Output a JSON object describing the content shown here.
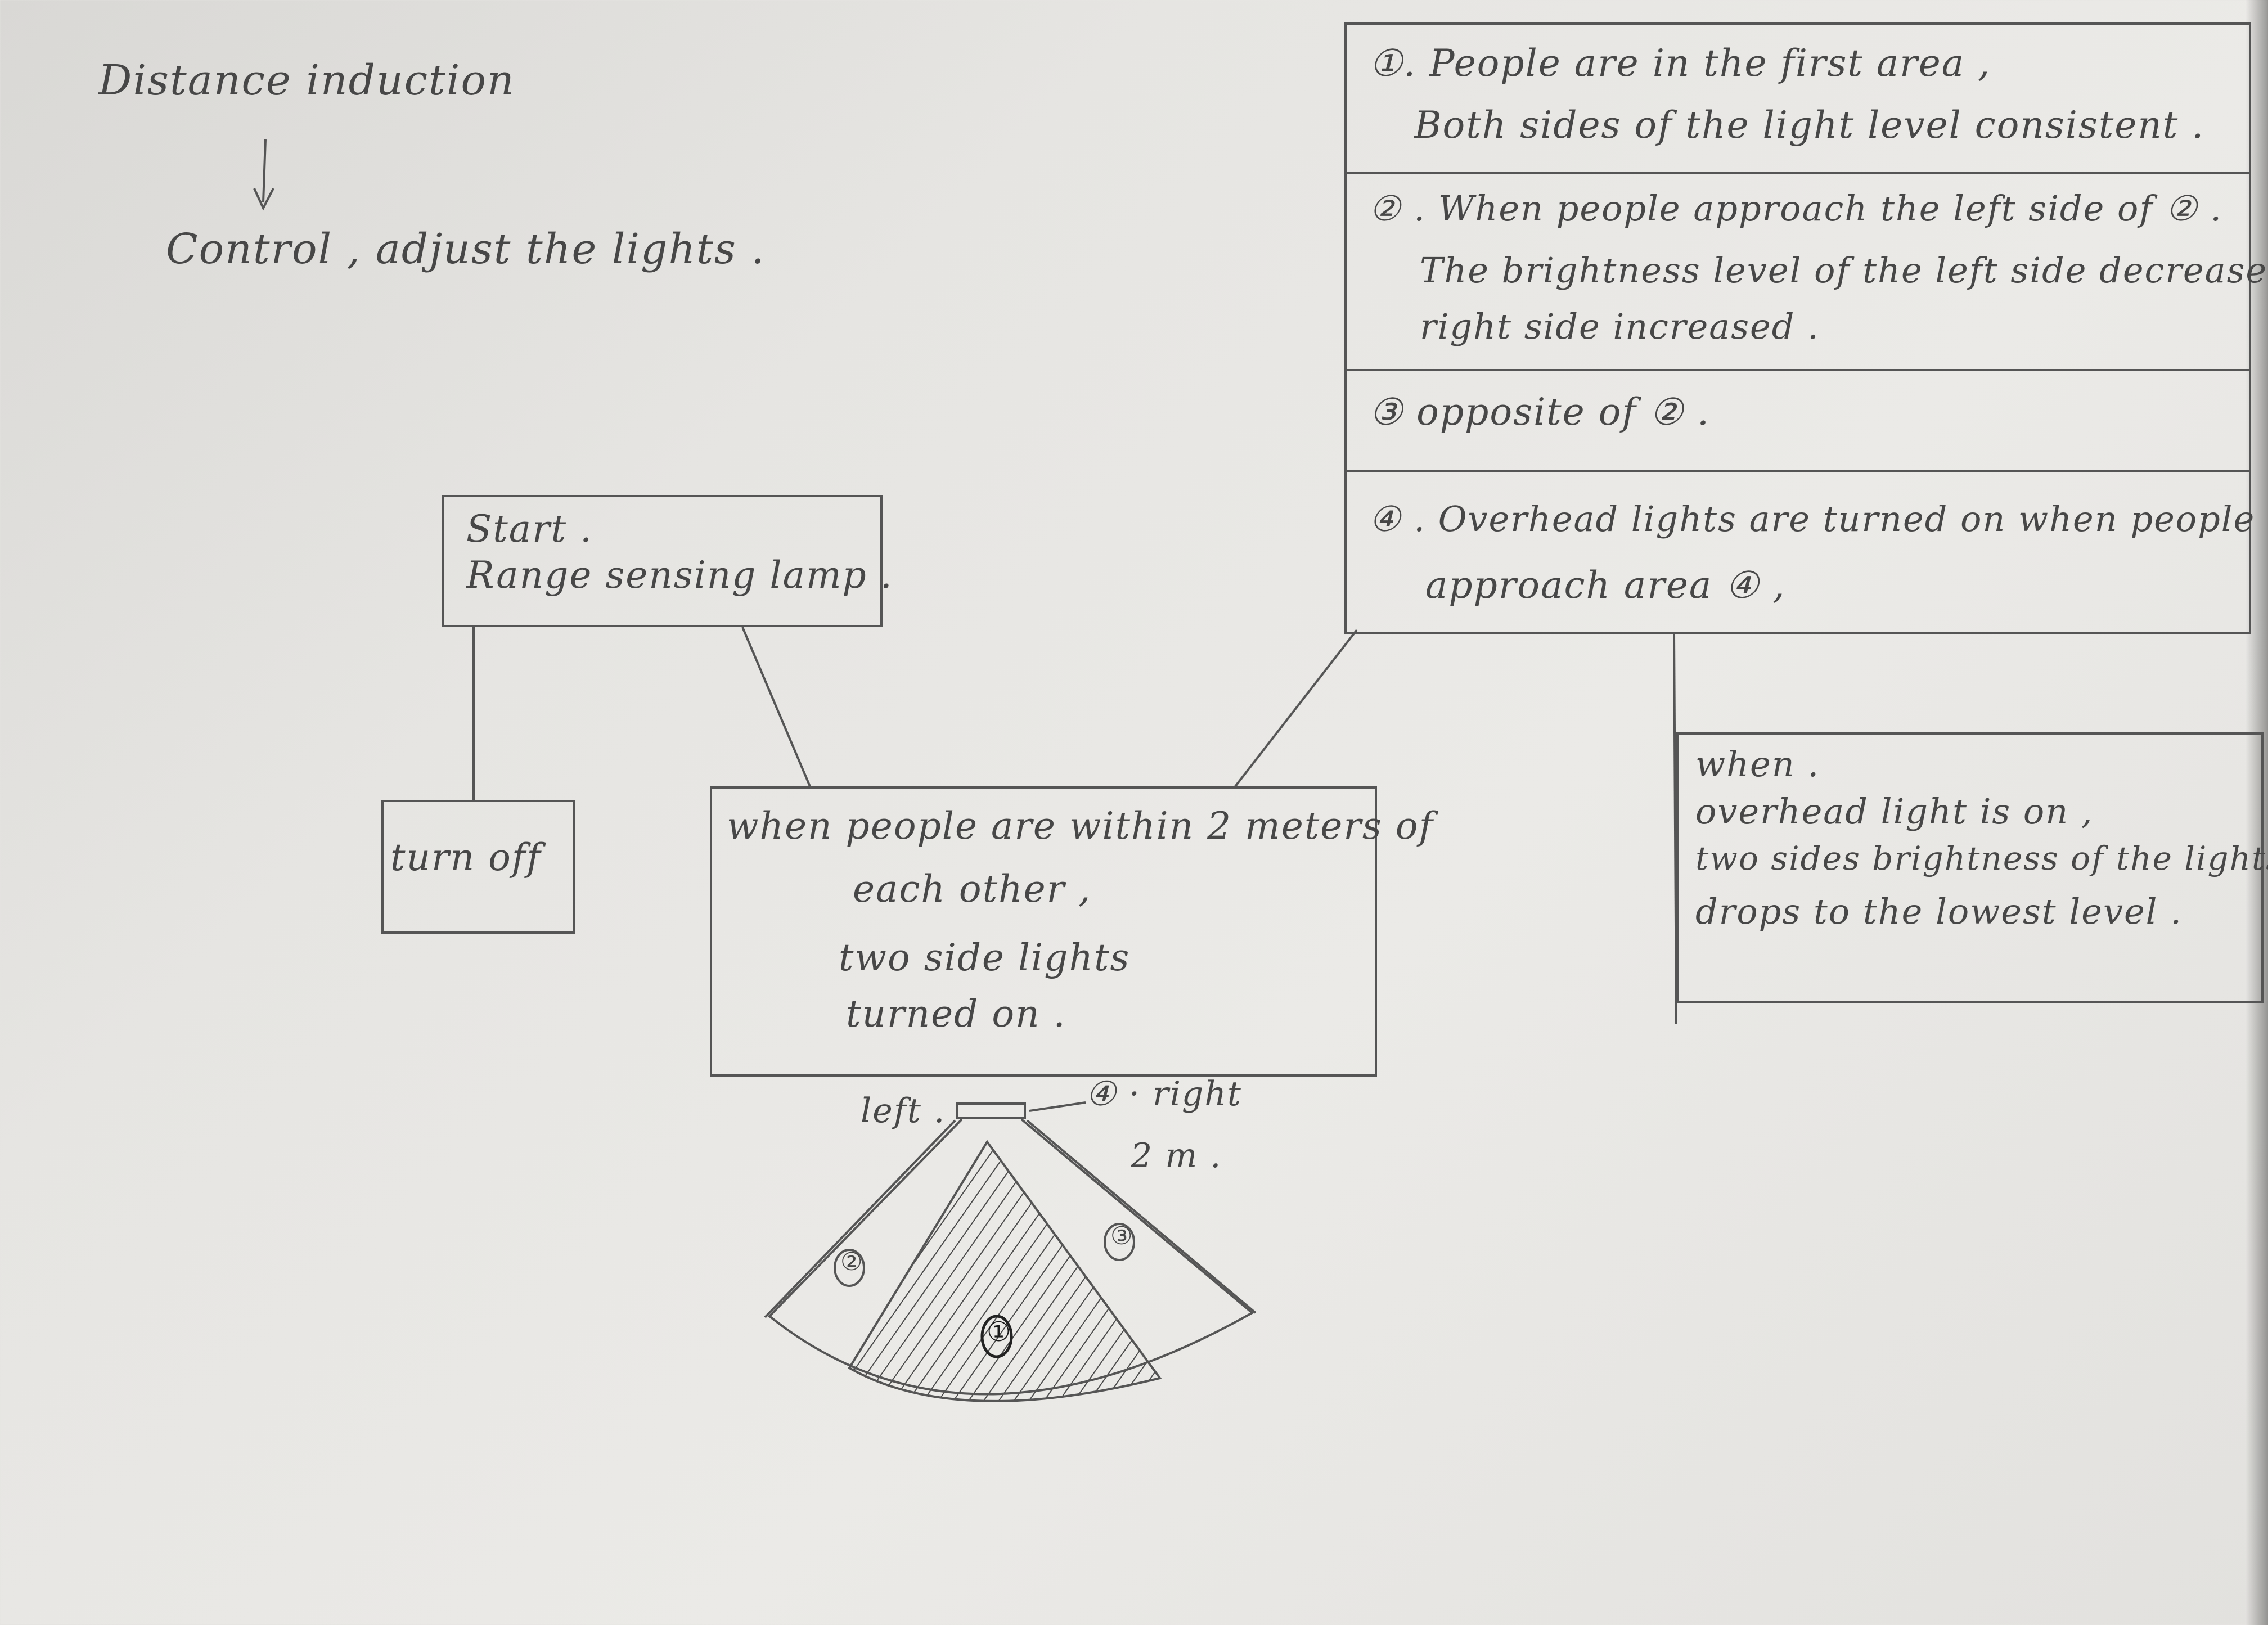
{
  "title": {
    "line1": "Distance induction",
    "arrow": "↓",
    "line2": "Control , adjust the lights ."
  },
  "start_box": {
    "line1": "Start .",
    "line2": "Range sensing lamp ."
  },
  "turn_off_box": {
    "label": "turn off"
  },
  "within_box": {
    "line1": "when people are within 2 meters of",
    "line2": "each other ,",
    "line3": "two side lights",
    "line4": "turned on ."
  },
  "conditions_table": {
    "rows": [
      {
        "line1": "①. People are in the first area ,",
        "line2": "Both sides of the light level consistent ."
      },
      {
        "line1": "② . When people approach the left side of ② .",
        "line2": "The brightness level of the left side decreased ,",
        "line3": "right  side increased ."
      },
      {
        "line1": "③  opposite of ② ."
      },
      {
        "line1": "④ . Overhead lights are turned on when people",
        "line2": "approach area ④ ,"
      }
    ]
  },
  "overhead_box": {
    "line1": "when .",
    "line2": "overhead light is on ,",
    "line3": "two sides  brightness of the lights",
    "line4": "drops to the lowest level ."
  },
  "sector_diagram": {
    "left_label": "left .",
    "right_label": "④ · right",
    "distance_label": "2 m .",
    "area_1": "①",
    "area_2": "②",
    "area_3": "③"
  }
}
